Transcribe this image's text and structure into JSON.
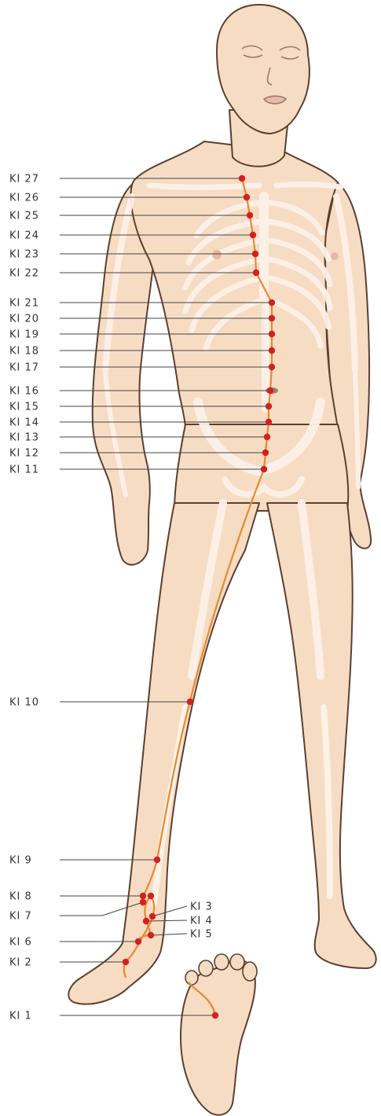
{
  "colors": {
    "skin": "#f7dcc4",
    "skin_outline": "#5b4030",
    "bone": "#fdf2e8",
    "meridian": "#e8892e",
    "point": "#d42020",
    "leader": "#444444",
    "label": "#333333"
  },
  "points": [
    {
      "id": "ki27",
      "label": "KI 27"
    },
    {
      "id": "ki26",
      "label": "KI 26"
    },
    {
      "id": "ki25",
      "label": "KI 25"
    },
    {
      "id": "ki24",
      "label": "KI 24"
    },
    {
      "id": "ki23",
      "label": "KI 23"
    },
    {
      "id": "ki22",
      "label": "KI 22"
    },
    {
      "id": "ki21",
      "label": "KI 21"
    },
    {
      "id": "ki20",
      "label": "KI 20"
    },
    {
      "id": "ki19",
      "label": "KI 19"
    },
    {
      "id": "ki18",
      "label": "KI 18"
    },
    {
      "id": "ki17",
      "label": "KI 17"
    },
    {
      "id": "ki16",
      "label": "KI 16"
    },
    {
      "id": "ki15",
      "label": "KI 15"
    },
    {
      "id": "ki14",
      "label": "KI 14"
    },
    {
      "id": "ki13",
      "label": "KI 13"
    },
    {
      "id": "ki12",
      "label": "KI 12"
    },
    {
      "id": "ki11",
      "label": "KI 11"
    },
    {
      "id": "ki10",
      "label": "KI 10"
    },
    {
      "id": "ki9",
      "label": "KI 9"
    },
    {
      "id": "ki8",
      "label": "KI 8"
    },
    {
      "id": "ki7",
      "label": "KI 7"
    },
    {
      "id": "ki3",
      "label": "KI 3"
    },
    {
      "id": "ki4",
      "label": "KI 4"
    },
    {
      "id": "ki5",
      "label": "KI 5"
    },
    {
      "id": "ki6",
      "label": "KI 6"
    },
    {
      "id": "ki2",
      "label": "KI 2"
    },
    {
      "id": "ki1",
      "label": "KI 1"
    }
  ]
}
